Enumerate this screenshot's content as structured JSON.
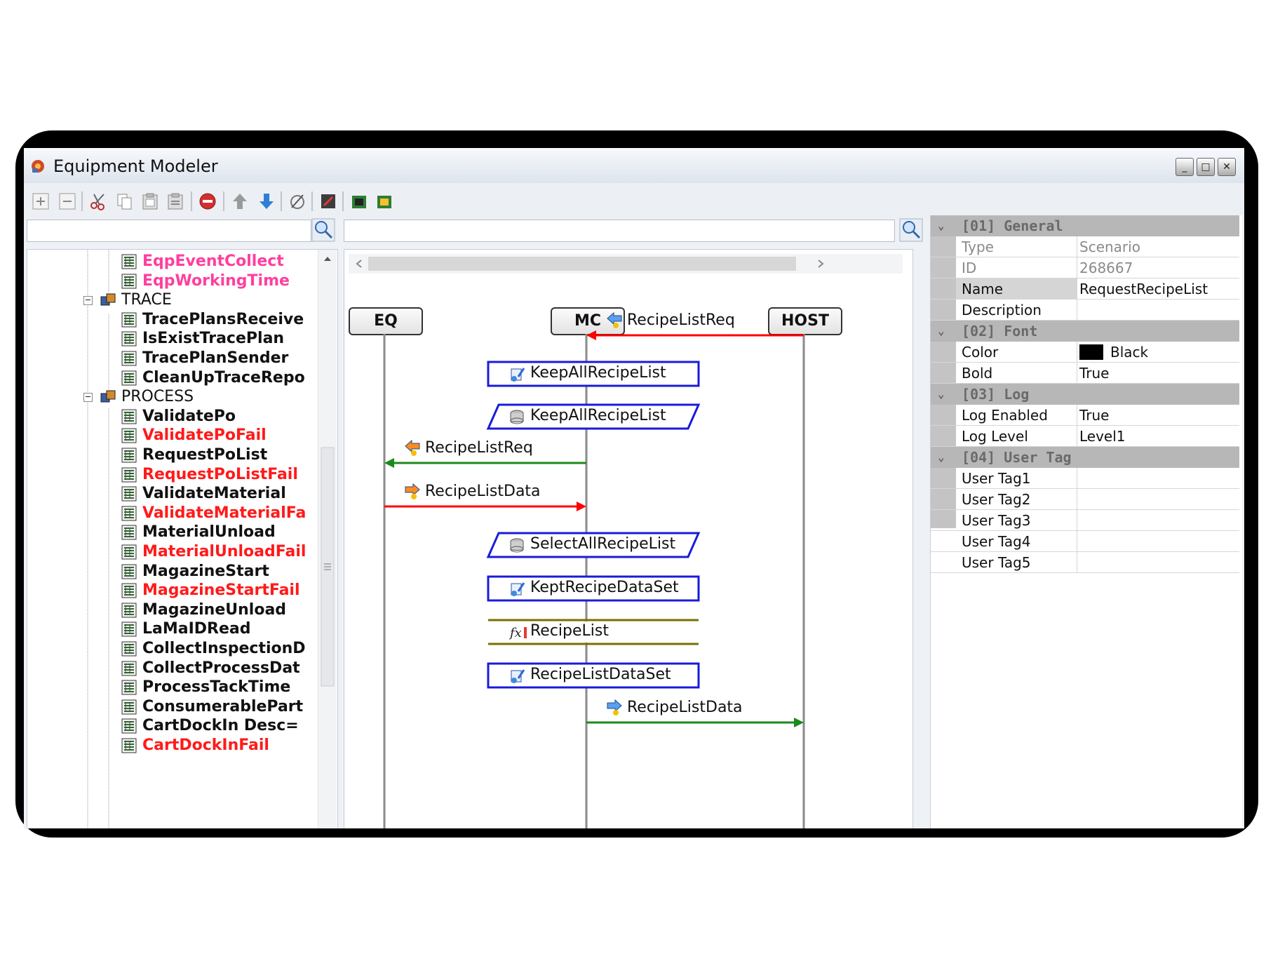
{
  "window": {
    "title": "Equipment Modeler",
    "controls": {
      "minimize": "_",
      "maximize": "□",
      "close": "✕"
    }
  },
  "toolbar": {
    "icons": [
      "expand-icon",
      "collapse-icon",
      "cut-icon",
      "copy-icon",
      "paste-icon",
      "paste-special-icon",
      "delete-icon",
      "move-up-icon",
      "move-down-icon",
      "edit-icon",
      "export-icon",
      "import-icon",
      "save-icon"
    ]
  },
  "tree": {
    "search_value": "",
    "items": [
      {
        "label": "EqpEventCollect",
        "color": "#ff3f9e",
        "level": 2
      },
      {
        "label": "EqpWorkingTime",
        "color": "#ff3f9e",
        "level": 2
      },
      {
        "label": "TRACE",
        "color": "#111111",
        "level": 1
      },
      {
        "label": "TracePlansReceive",
        "color": "#111111",
        "level": 2
      },
      {
        "label": "IsExistTracePlan",
        "color": "#111111",
        "level": 2
      },
      {
        "label": "TracePlanSender",
        "color": "#111111",
        "level": 2
      },
      {
        "label": "CleanUpTraceRepo",
        "color": "#111111",
        "level": 2
      },
      {
        "label": "PROCESS",
        "color": "#111111",
        "level": 1
      },
      {
        "label": "ValidatePo",
        "color": "#111111",
        "level": 2
      },
      {
        "label": "ValidatePoFail",
        "color": "#ff1a1a",
        "level": 2
      },
      {
        "label": "RequestPoList",
        "color": "#111111",
        "level": 2
      },
      {
        "label": "RequestPoListFail",
        "color": "#ff1a1a",
        "level": 2
      },
      {
        "label": "ValidateMaterial",
        "color": "#111111",
        "level": 2
      },
      {
        "label": "ValidateMaterialFa",
        "color": "#ff1a1a",
        "level": 2
      },
      {
        "label": "MaterialUnload",
        "color": "#111111",
        "level": 2
      },
      {
        "label": "MaterialUnloadFail",
        "color": "#ff1a1a",
        "level": 2
      },
      {
        "label": "MagazineStart",
        "color": "#111111",
        "level": 2
      },
      {
        "label": "MagazineStartFail",
        "color": "#ff1a1a",
        "level": 2
      },
      {
        "label": "MagazineUnload",
        "color": "#111111",
        "level": 2
      },
      {
        "label": "LaMaIDRead",
        "color": "#111111",
        "level": 2
      },
      {
        "label": "CollectInspectionD",
        "color": "#111111",
        "level": 2
      },
      {
        "label": "CollectProcessDat",
        "color": "#111111",
        "level": 2
      },
      {
        "label": "ProcessTackTime",
        "color": "#111111",
        "level": 2
      },
      {
        "label": "ConsumerablePart",
        "color": "#111111",
        "level": 2
      },
      {
        "label": "CartDockIn Desc=",
        "color": "#111111",
        "level": 2
      },
      {
        "label": "CartDockInFail",
        "color": "#ff1a1a",
        "level": 2
      }
    ]
  },
  "diagram": {
    "search_value": "",
    "lifelines": [
      "EQ",
      "MC",
      "HOST"
    ],
    "messages": [
      {
        "label": "RecipeListReq",
        "type": "arrow",
        "from": "HOST",
        "to": "MC",
        "color": "#ff0000",
        "icon": "receive-icon"
      },
      {
        "label": "KeepAllRecipeList",
        "type": "action",
        "icon": "script-icon"
      },
      {
        "label": "KeepAllRecipeList",
        "type": "data",
        "icon": "database-icon"
      },
      {
        "label": "RecipeListReq",
        "type": "arrow",
        "from": "MC",
        "to": "EQ",
        "color": "#1a8a1a",
        "icon": "send-icon"
      },
      {
        "label": "RecipeListData",
        "type": "arrow",
        "from": "EQ",
        "to": "MC",
        "color": "#ff0000",
        "icon": "receive-icon"
      },
      {
        "label": "SelectAllRecipeList",
        "type": "data",
        "icon": "database-icon"
      },
      {
        "label": "KeptRecipeDataSet",
        "type": "action",
        "icon": "script-icon"
      },
      {
        "label": "RecipeList",
        "type": "function",
        "icon": "function-icon"
      },
      {
        "label": "RecipeListDataSet",
        "type": "action",
        "icon": "script-icon"
      },
      {
        "label": "RecipeListData",
        "type": "arrow",
        "from": "MC",
        "to": "HOST",
        "color": "#1a8a1a",
        "icon": "send-icon"
      }
    ]
  },
  "properties": {
    "categories": [
      {
        "title": "[01] General",
        "rows": [
          {
            "key": "Type",
            "value": "Scenario",
            "readonly": true
          },
          {
            "key": "ID",
            "value": "268667",
            "readonly": true
          },
          {
            "key": "Name",
            "value": "RequestRecipeList",
            "readonly": false,
            "selected": true
          },
          {
            "key": "Description",
            "value": "",
            "readonly": false
          }
        ]
      },
      {
        "title": "[02] Font",
        "rows": [
          {
            "key": "Color",
            "value": "Black",
            "readonly": false,
            "swatch": "#000000"
          },
          {
            "key": "Bold",
            "value": "True",
            "readonly": false
          }
        ]
      },
      {
        "title": "[03] Log",
        "rows": [
          {
            "key": "Log Enabled",
            "value": "True",
            "readonly": false
          },
          {
            "key": "Log Level",
            "value": "Level1",
            "readonly": false
          }
        ]
      },
      {
        "title": "[04] User Tag",
        "rows": [
          {
            "key": "User Tag1",
            "value": "",
            "readonly": false
          },
          {
            "key": "User Tag2",
            "value": "",
            "readonly": false
          },
          {
            "key": "User Tag3",
            "value": "",
            "readonly": false
          },
          {
            "key": "User Tag4",
            "value": "",
            "readonly": false
          },
          {
            "key": "User Tag5",
            "value": "",
            "readonly": false
          }
        ]
      }
    ]
  }
}
